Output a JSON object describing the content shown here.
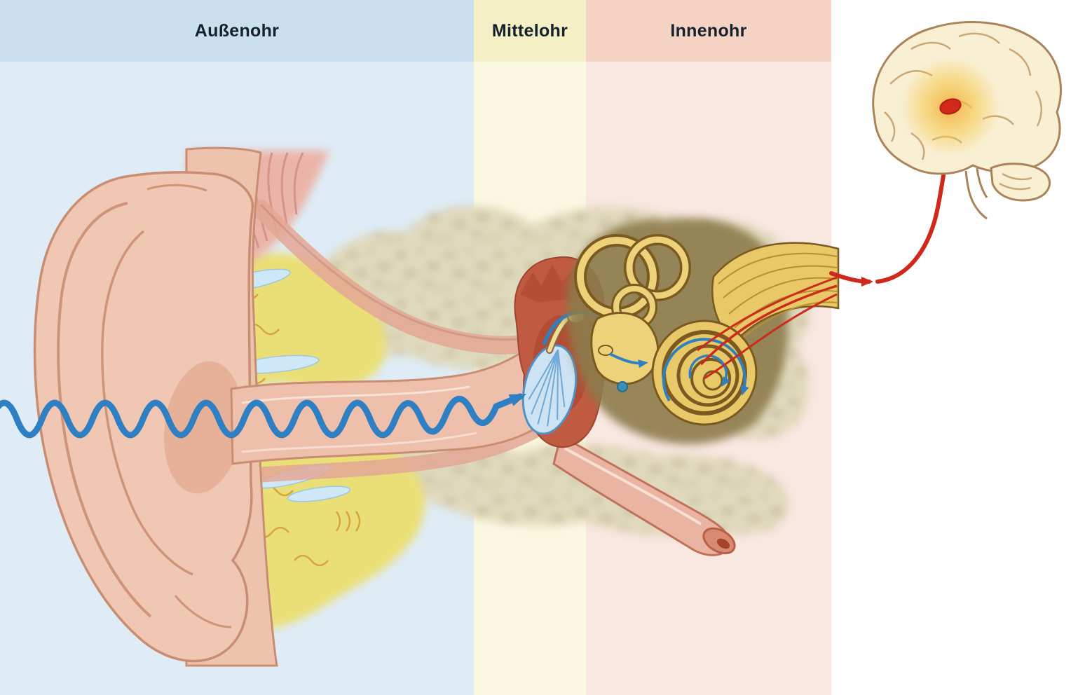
{
  "regions": [
    {
      "id": "outer",
      "label": "Außenohr",
      "header_color": "#cbe0ef",
      "body_color": "#dfecf6"
    },
    {
      "id": "middle",
      "label": "Mittelohr",
      "header_color": "#f4efc5",
      "body_color": "#fbf8e2"
    },
    {
      "id": "inner",
      "label": "Innenohr",
      "header_color": "#f4d3c4",
      "body_color": "#f9e7e1"
    }
  ],
  "colors": {
    "outer_header": "#cbe0ef",
    "outer_body": "#dfecf6",
    "middle_header": "#f4efc5",
    "middle_body": "#fbf8e2",
    "inner_header": "#f4d3c4",
    "inner_body": "#f9e7e1",
    "sound_wave": "#2f80c2",
    "nerve_signal": "#d0281a",
    "bone": "#ddd6b6",
    "skin": "#eec3ae",
    "fatty_tissue": "#eadf76",
    "inner_ear_gold": "#e9c868",
    "brain": "#f9efd2",
    "label_text": "#16212e"
  }
}
